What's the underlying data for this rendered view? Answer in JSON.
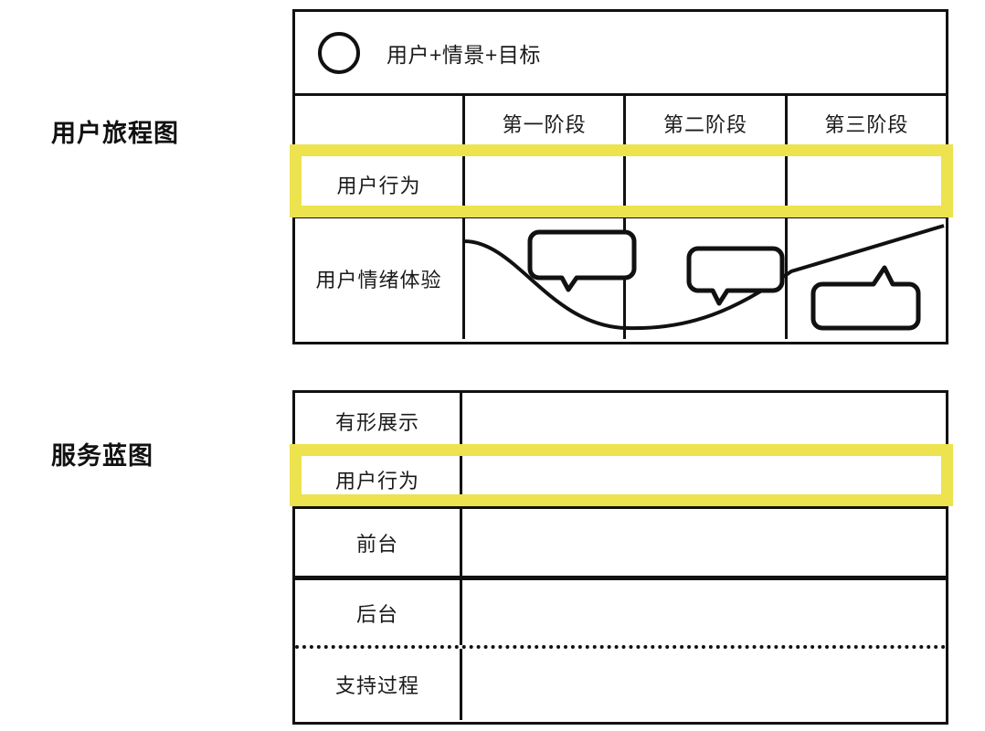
{
  "sections": {
    "journey": {
      "title": "用户旅程图",
      "persona": {
        "icon": "circle-icon",
        "label": "用户+情景+目标"
      },
      "phases": [
        "第一阶段",
        "第二阶段",
        "第三阶段"
      ],
      "rows": [
        {
          "label": "用户行为",
          "highlighted": true
        },
        {
          "label": "用户情绪体验",
          "highlighted": false
        }
      ],
      "emotion_curve": {
        "description": "用户情绪体验曲线",
        "shape": "S型先下降后上升",
        "annotations": [
          "speech-bubble-1",
          "speech-bubble-2",
          "speech-bubble-3"
        ]
      }
    },
    "blueprint": {
      "title": "服务蓝图",
      "rows": [
        {
          "label": "有形展示",
          "highlighted": false
        },
        {
          "label": "用户行为",
          "highlighted": true
        },
        {
          "label": "前台",
          "highlighted": false
        },
        {
          "label": "后台",
          "highlighted": false
        },
        {
          "label": "支持过程",
          "highlighted": false
        }
      ]
    }
  },
  "colors": {
    "highlight": "#ece34e",
    "line": "#111111",
    "background": "#ffffff"
  }
}
